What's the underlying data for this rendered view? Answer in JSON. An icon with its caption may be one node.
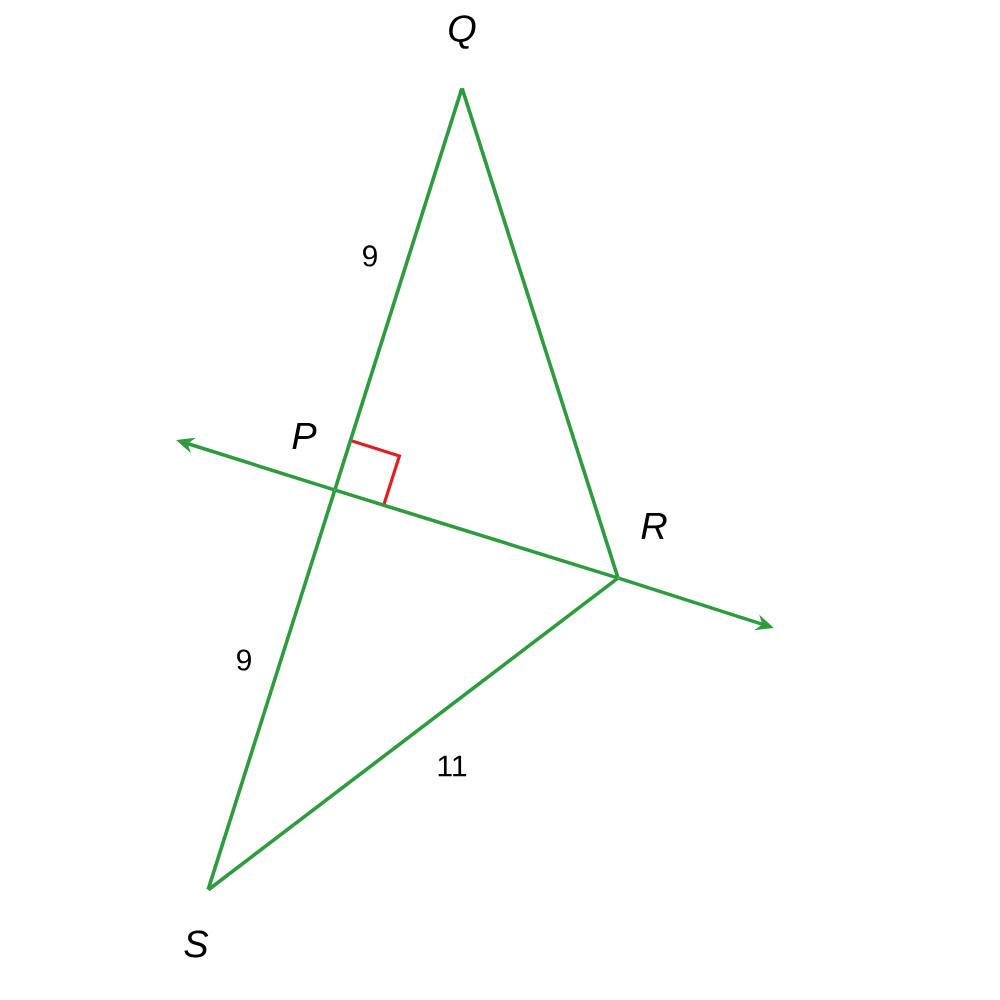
{
  "diagram": {
    "nodes": [
      {
        "text": [
          "Q"
        ]
      },
      {
        "text": [
          "P"
        ]
      },
      {
        "text": [
          "R"
        ]
      },
      {
        "text": [
          "S"
        ]
      }
    ],
    "edges": [
      {
        "from": 0,
        "to": 1,
        "arrow": "none",
        "label": "9"
      },
      {
        "from": 1,
        "to": 3,
        "arrow": "none",
        "label": "9"
      },
      {
        "from": 0,
        "to": 2,
        "arrow": "none"
      },
      {
        "from": 3,
        "to": 2,
        "arrow": "none",
        "label": "11"
      },
      {
        "from": 1,
        "to": null,
        "arrow": "to"
      },
      {
        "from": 1,
        "to": 2,
        "arrow": "none"
      },
      {
        "from": 2,
        "to": null,
        "arrow": "to"
      }
    ]
  }
}
